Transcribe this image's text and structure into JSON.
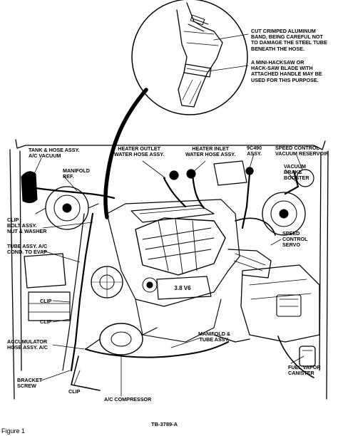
{
  "colors": {
    "ink": "#000000",
    "paper": "#ffffff"
  },
  "callout": {
    "cut_note": "CUT CRIMPED ALUMINUM\nBAND, BEING CAREFUL NOT\nTO DAMAGE THE STEEL TUBE\nBENEATH THE HOSE.",
    "saw_note": "A MINI-HACKSAW OR\nHACK-SAW BLADE WITH\nATTACHED HANDLE MAY BE\nUSED FOR THIS PURPOSE."
  },
  "labels": {
    "tank_hose": "TANK & HOSE ASSY.\nA/C VACUUM",
    "manifold_ref": "MANIFOLD\nREF.",
    "heater_outlet": "HEATER OUTLET\nWATER HOSE ASSY.",
    "heater_inlet": "HEATER INLET\nWATER HOSE ASSY.",
    "part_9c490": "9C490\nASSY.",
    "speed_control_reservoir": "SPEED CONTROL\nVACUUM RESERVOIR",
    "vacuum_booster": "VACUUM\nBRAKE\nBOOSTER",
    "clip_bolt": "CLIP\nBOLT ASSY.\nNUT & WASHER",
    "tube_assy": "TUBE ASSY. A/C\nCOND. TO EVAP",
    "speed_servo": "SPEED\nCONTROL\nSERVO",
    "clip_1": "CLIP",
    "clip_2": "CLIP",
    "accumulator": "ACCUMULATOR\nHOSE ASSY. A/C",
    "manifold_tube": "MANIFOLD &\nTUBE ASSY.",
    "bracket_screw": "BRACKET\nSCREW",
    "clip_bottom": "CLIP",
    "ac_compressor": "A/C COMPRESSOR",
    "fuel_vapor": "FUEL VAPOR\nCANISTER",
    "engine_badge": "3.8 V6"
  },
  "footer": {
    "code": "TB-3789-A",
    "figure": "Figure 1"
  }
}
